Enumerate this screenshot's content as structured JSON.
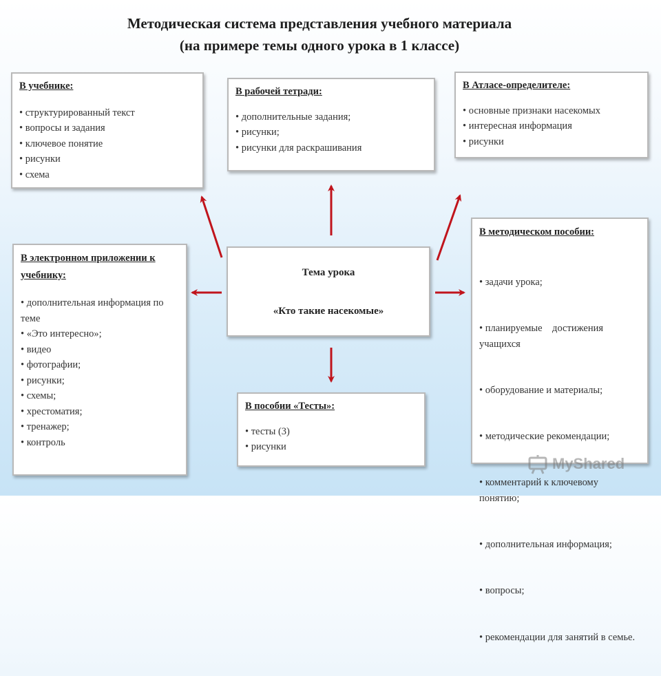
{
  "title": {
    "line1": "Методическая система представления учебного материала",
    "line2": "(на примере темы одного урока в 1 классе)"
  },
  "center": {
    "heading": "Тема урока",
    "topic": "«Кто такие насекомые»"
  },
  "textbook": {
    "heading": "В учебнике:",
    "items": [
      "структурированный текст",
      "вопросы и задания",
      "ключевое понятие",
      "рисунки",
      "схема"
    ]
  },
  "workbook": {
    "heading": "В рабочей тетради:",
    "items": [
      "дополнительные задания;",
      "рисунки;",
      " рисунки для раскрашивания"
    ]
  },
  "atlas": {
    "heading": "В Атласе-определителе:",
    "items": [
      "основные признаки насекомых",
      "интересная информация",
      "рисунки"
    ]
  },
  "electronic": {
    "heading": "В электронном приложении к учебнику:",
    "items": [
      " дополнительная информация по теме",
      "«Это интересно»;",
      "видео",
      "фотографии;",
      "рисунки;",
      "схемы;",
      "хрестоматия;",
      "тренажер;",
      "контроль"
    ]
  },
  "method": {
    "heading": "В методическом пособии:",
    "items": [
      "задачи урока;",
      "планируемые    достижения учащихся",
      "оборудование и материалы;",
      "методические рекомендации;",
      "комментарий к ключевому понятию;",
      "дополнительная информация;",
      "вопросы;",
      "рекомендации для занятий в семье."
    ]
  },
  "tests": {
    "heading": "В пособии «Тесты»:",
    "items": [
      "тесты (3)",
      "рисунки"
    ]
  },
  "watermark": {
    "text": "MyShared"
  },
  "colors": {
    "arrow": "#c0141c",
    "border": "#b9b9b9"
  }
}
